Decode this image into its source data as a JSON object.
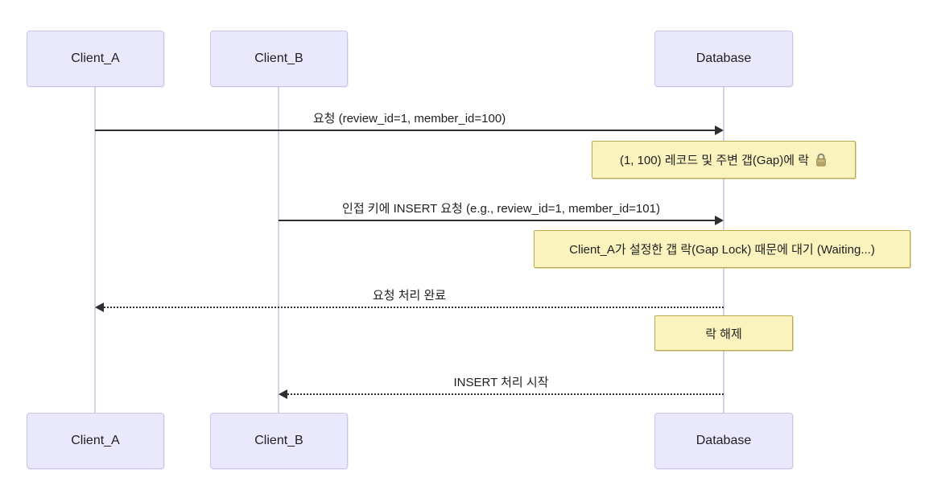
{
  "diagram": {
    "type": "sequence-diagram",
    "actors": [
      {
        "id": "client_a",
        "label": "Client_A"
      },
      {
        "id": "client_b",
        "label": "Client_B"
      },
      {
        "id": "database",
        "label": "Database"
      }
    ],
    "messages": [
      {
        "from": "Client_A",
        "to": "Database",
        "style": "solid",
        "direction": "right",
        "text": "요청 (review_id=1, member_id=100)"
      },
      {
        "from": "Client_B",
        "to": "Database",
        "style": "solid",
        "direction": "right",
        "text": "인접 키에 INSERT 요청 (e.g., review_id=1, member_id=101)"
      },
      {
        "from": "Database",
        "to": "Client_A",
        "style": "dotted",
        "direction": "left",
        "text": "요청 처리 완료"
      },
      {
        "from": "Database",
        "to": "Client_B",
        "style": "dotted",
        "direction": "left",
        "text": "INSERT 처리 시작"
      }
    ],
    "notes": [
      {
        "over": "Database",
        "text": "(1, 100) 레코드 및 주변 갭(Gap)에 락",
        "icon": "lock-icon"
      },
      {
        "over": "Database",
        "text": "Client_A가 설정한 갭 락(Gap Lock) 때문에 대기 (Waiting...)"
      },
      {
        "over": "Database",
        "text": "락 해제"
      }
    ],
    "colors": {
      "actor_fill": "#EAE8FC",
      "actor_border": "#C9C5EA",
      "note_fill": "#FBF3BE",
      "note_border": "#B9A94F",
      "lifeline": "#D5D1E8",
      "message_line": "#2f2f2f",
      "text": "#1f1f1f",
      "lock_body": "#B5A468",
      "lock_shackle": "#8C8C7A"
    }
  }
}
